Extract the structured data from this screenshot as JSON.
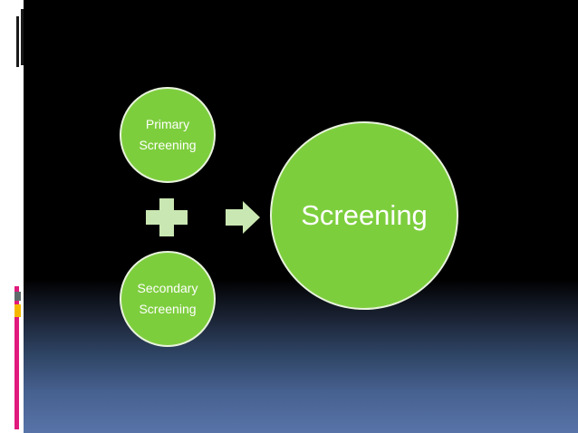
{
  "diagram": {
    "inputs": [
      {
        "label": "Primary\nScreening"
      },
      {
        "label": "Secondary\nScreening"
      }
    ],
    "result": {
      "label": "Screening"
    },
    "operator_icon": "plus-icon",
    "flow_icon": "right-arrow-icon",
    "colors": {
      "node_fill": "#7dce3d",
      "node_border": "#e8f3dc",
      "icon_fill": "#c9e7b2",
      "text": "#ffffff"
    }
  }
}
